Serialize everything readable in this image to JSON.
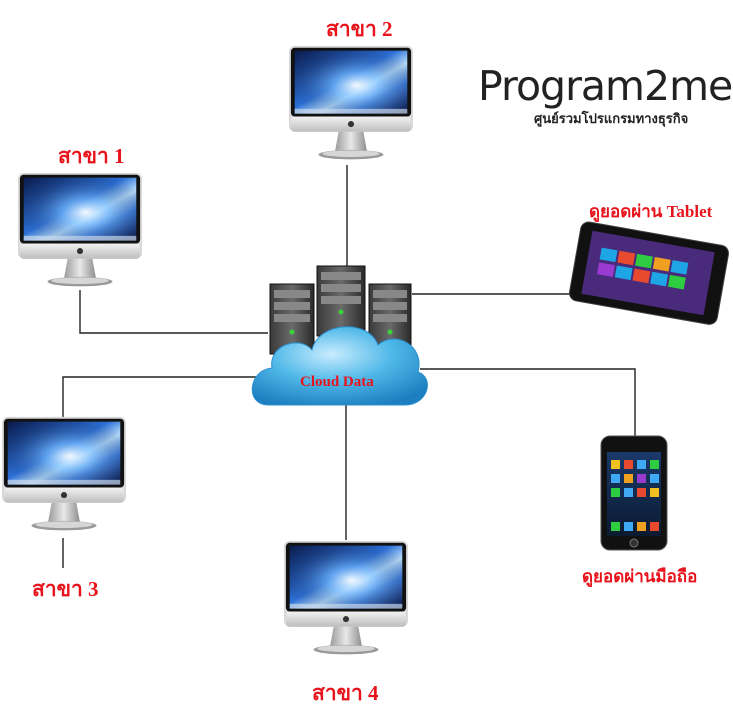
{
  "nodes": {
    "branch_1": "สาขา 1",
    "branch_2": "สาขา 2",
    "branch_3": "สาขา 3",
    "branch_4": "สาขา 4",
    "tablet": "ดูยอดผ่าน Tablet",
    "phone": "ดูยอดผ่านมือถือ",
    "cloud": "Cloud Data"
  },
  "logo": {
    "name": "Program2me",
    "tagline": "ศูนย์รวมโปรแกรมทางธุรกิจ"
  },
  "colors": {
    "label_red": "#e8141c",
    "line": "#222222",
    "cloud": "#4fb8e8"
  }
}
